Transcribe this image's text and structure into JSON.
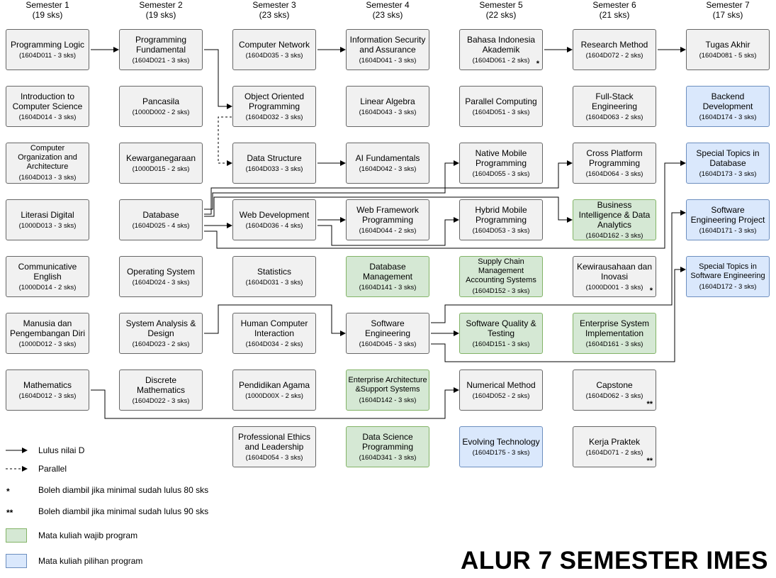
{
  "semesters": [
    {
      "name": "Semester 1",
      "sks": "(19 sks)"
    },
    {
      "name": "Semester 2",
      "sks": "(19 sks)"
    },
    {
      "name": "Semester 3",
      "sks": "(23 sks)"
    },
    {
      "name": "Semester 4",
      "sks": "(23 sks)"
    },
    {
      "name": "Semester 5",
      "sks": "(22 sks)"
    },
    {
      "name": "Semester 6",
      "sks": "(21 sks)"
    },
    {
      "name": "Semester 7",
      "sks": "(17 sks)"
    }
  ],
  "courses": [
    {
      "id": "c0",
      "col": 0,
      "row": 0,
      "title": "Programming Logic",
      "code": "(1604D011 - 3 sks)",
      "type": "gray"
    },
    {
      "id": "c1",
      "col": 0,
      "row": 1,
      "title": "Introduction to Computer Science",
      "code": "(1604D014 - 3 sks)",
      "type": "gray"
    },
    {
      "id": "c2",
      "col": 0,
      "row": 2,
      "title": "Computer Organization and Architecture",
      "code": "(1604D013 - 3 sks)",
      "type": "gray",
      "small": true
    },
    {
      "id": "c3",
      "col": 0,
      "row": 3,
      "title": "Literasi Digital",
      "code": "(1000D013 - 3 sks)",
      "type": "gray"
    },
    {
      "id": "c4",
      "col": 0,
      "row": 4,
      "title": "Communicative English",
      "code": "(1000D014 - 2 sks)",
      "type": "gray"
    },
    {
      "id": "c5",
      "col": 0,
      "row": 5,
      "title": "Manusia dan Pengembangan Diri",
      "code": "(1000D012 - 3 sks)",
      "type": "gray"
    },
    {
      "id": "c6",
      "col": 0,
      "row": 6,
      "title": "Mathematics",
      "code": "(1604D012 - 3 sks)",
      "type": "gray"
    },
    {
      "id": "c7",
      "col": 1,
      "row": 0,
      "title": "Programming Fundamental",
      "code": "(1604D021 - 3 sks)",
      "type": "gray"
    },
    {
      "id": "c8",
      "col": 1,
      "row": 1,
      "title": "Pancasila",
      "code": "(1000D002 - 2 sks)",
      "type": "gray"
    },
    {
      "id": "c9",
      "col": 1,
      "row": 2,
      "title": "Kewarganegaraan",
      "code": "(1000D015 - 2 sks)",
      "type": "gray"
    },
    {
      "id": "c10",
      "col": 1,
      "row": 3,
      "title": "Database",
      "code": "(1604D025 - 4 sks)",
      "type": "gray"
    },
    {
      "id": "c11",
      "col": 1,
      "row": 4,
      "title": "Operating System",
      "code": "(1604D024 - 3 sks)",
      "type": "gray"
    },
    {
      "id": "c12",
      "col": 1,
      "row": 5,
      "title": "System Analysis & Design",
      "code": "(1604D023 - 2 sks)",
      "type": "gray"
    },
    {
      "id": "c13",
      "col": 1,
      "row": 6,
      "title": "Discrete Mathematics",
      "code": "(1604D022 - 3 sks)",
      "type": "gray"
    },
    {
      "id": "c14",
      "col": 2,
      "row": 0,
      "title": "Computer Network",
      "code": "(1604D035 - 3 sks)",
      "type": "gray"
    },
    {
      "id": "c15",
      "col": 2,
      "row": 1,
      "title": "Object Oriented Programming",
      "code": "(1604D032 - 3 sks)",
      "type": "gray"
    },
    {
      "id": "c16",
      "col": 2,
      "row": 2,
      "title": "Data Structure",
      "code": "(1604D033 - 3 sks)",
      "type": "gray"
    },
    {
      "id": "c17",
      "col": 2,
      "row": 3,
      "title": "Web Development",
      "code": "(1604D036 - 4 sks)",
      "type": "gray"
    },
    {
      "id": "c18",
      "col": 2,
      "row": 4,
      "title": "Statistics",
      "code": "(1604D031 - 3 sks)",
      "type": "gray"
    },
    {
      "id": "c19",
      "col": 2,
      "row": 5,
      "title": "Human Computer Interaction",
      "code": "(1604D034 - 2 sks)",
      "type": "gray"
    },
    {
      "id": "c20",
      "col": 2,
      "row": 6,
      "title": "Pendidikan Agama",
      "code": "(1000D00X - 2 sks)",
      "type": "gray"
    },
    {
      "id": "c21",
      "col": 2,
      "row": 7,
      "title": "Professional Ethics and Leadership",
      "code": "(1604D054 - 3 sks)",
      "type": "gray"
    },
    {
      "id": "c22",
      "col": 3,
      "row": 0,
      "title": "Information Security and Assurance",
      "code": "(1604D041 - 3 sks)",
      "type": "gray"
    },
    {
      "id": "c23",
      "col": 3,
      "row": 1,
      "title": "Linear Algebra",
      "code": "(1604D043 - 3 sks)",
      "type": "gray"
    },
    {
      "id": "c24",
      "col": 3,
      "row": 2,
      "title": "AI Fundamentals",
      "code": "(1604D042 - 3 sks)",
      "type": "gray"
    },
    {
      "id": "c25",
      "col": 3,
      "row": 3,
      "title": "Web Framework Programming",
      "code": "(1604D044 - 2 sks)",
      "type": "gray"
    },
    {
      "id": "c26",
      "col": 3,
      "row": 4,
      "title": "Database Management",
      "code": "(1604D141 - 3 sks)",
      "type": "green"
    },
    {
      "id": "c27",
      "col": 3,
      "row": 5,
      "title": "Software Engineering",
      "code": "(1604D045 - 3 sks)",
      "type": "gray"
    },
    {
      "id": "c28",
      "col": 3,
      "row": 6,
      "title": "Enterprise Architecture &Support Systems",
      "code": "(1604D142 - 3 sks)",
      "type": "green",
      "small": true
    },
    {
      "id": "c29",
      "col": 3,
      "row": 7,
      "title": "Data Science Programming",
      "code": "(1604D341 - 3 sks)",
      "type": "green"
    },
    {
      "id": "c30",
      "col": 4,
      "row": 0,
      "title": "Bahasa Indonesia Akademik",
      "code": "(1604D061 - 2 sks)",
      "type": "gray",
      "mark": "*"
    },
    {
      "id": "c31",
      "col": 4,
      "row": 1,
      "title": "Parallel Computing",
      "code": "(1604D051 - 3 sks)",
      "type": "gray"
    },
    {
      "id": "c32",
      "col": 4,
      "row": 2,
      "title": "Native Mobile Programming",
      "code": "(1604D055 - 3 sks)",
      "type": "gray"
    },
    {
      "id": "c33",
      "col": 4,
      "row": 3,
      "title": "Hybrid Mobile Programming",
      "code": "(1604D053 - 3 sks)",
      "type": "gray"
    },
    {
      "id": "c34",
      "col": 4,
      "row": 4,
      "title": "Supply Chain Management Accounting Systems",
      "code": "(1604D152 - 3 sks)",
      "type": "green",
      "small": true
    },
    {
      "id": "c35",
      "col": 4,
      "row": 5,
      "title": "Software Quality & Testing",
      "code": "(1604D151 - 3 sks)",
      "type": "green"
    },
    {
      "id": "c36",
      "col": 4,
      "row": 6,
      "title": "Numerical Method",
      "code": "(1604D052 - 2 sks)",
      "type": "gray"
    },
    {
      "id": "c37",
      "col": 4,
      "row": 7,
      "title": "Evolving Technology",
      "code": "(1604D175 - 3 sks)",
      "type": "blue"
    },
    {
      "id": "c38",
      "col": 5,
      "row": 0,
      "title": "Research Method",
      "code": "(1604D072 - 2 sks)",
      "type": "gray"
    },
    {
      "id": "c39",
      "col": 5,
      "row": 1,
      "title": "Full-Stack Engineering",
      "code": "(1604D063 - 2 sks)",
      "type": "gray"
    },
    {
      "id": "c40",
      "col": 5,
      "row": 2,
      "title": "Cross Platform Programming",
      "code": "(1604D064 - 3 sks)",
      "type": "gray"
    },
    {
      "id": "c41",
      "col": 5,
      "row": 3,
      "title": "Business Intelligence & Data Analytics",
      "code": "(1604D162 - 3 sks)",
      "type": "green"
    },
    {
      "id": "c42",
      "col": 5,
      "row": 4,
      "title": "Kewirausahaan dan Inovasi",
      "code": "(1000D001 - 3 sks)",
      "type": "gray",
      "mark": "*"
    },
    {
      "id": "c43",
      "col": 5,
      "row": 5,
      "title": "Enterprise System Implementation",
      "code": "(1604D161 - 3 sks)",
      "type": "green"
    },
    {
      "id": "c44",
      "col": 5,
      "row": 6,
      "title": "Capstone",
      "code": "(1604D062 - 3 sks)",
      "type": "gray",
      "mark": "**"
    },
    {
      "id": "c45",
      "col": 5,
      "row": 7,
      "title": "Kerja Praktek",
      "code": "(1604D071 - 2 sks)",
      "type": "gray",
      "mark": "**"
    },
    {
      "id": "c46",
      "col": 6,
      "row": 0,
      "title": "Tugas Akhir",
      "code": "(1604D081 - 5 sks)",
      "type": "gray"
    },
    {
      "id": "c47",
      "col": 6,
      "row": 1,
      "title": "Backend Development",
      "code": "(1604D174 - 3 sks)",
      "type": "blue"
    },
    {
      "id": "c48",
      "col": 6,
      "row": 2,
      "title": "Special Topics in Database",
      "code": "(1604D173 - 3 sks)",
      "type": "blue"
    },
    {
      "id": "c49",
      "col": 6,
      "row": 3,
      "title": "Software Engineering Project",
      "code": "(1604D171 - 3 sks)",
      "type": "blue"
    },
    {
      "id": "c50",
      "col": 6,
      "row": 4,
      "title": "Special Topics in Software Engineering",
      "code": "(1604D172 - 3 sks)",
      "type": "blue",
      "small": true
    }
  ],
  "legend": {
    "solid": "Lulus nilai D",
    "dashed": "Parallel",
    "star1_symbol": "*",
    "star1": "Boleh diambil jika minimal sudah lulus 80 sks",
    "star2_symbol": "**",
    "star2": "Boleh diambil jika minimal sudah lulus 90 sks",
    "green": "Mata kuliah wajib program",
    "blue": "Mata kuliah pilihan program"
  },
  "colors": {
    "gray_fill": "#f1f1f1",
    "gray_border": "#666666",
    "green_fill": "#d5e8d4",
    "green_border": "#82b366",
    "blue_fill": "#dae8fc",
    "blue_border": "#6c8ebf"
  },
  "title": "ALUR 7 SEMESTER IMES"
}
